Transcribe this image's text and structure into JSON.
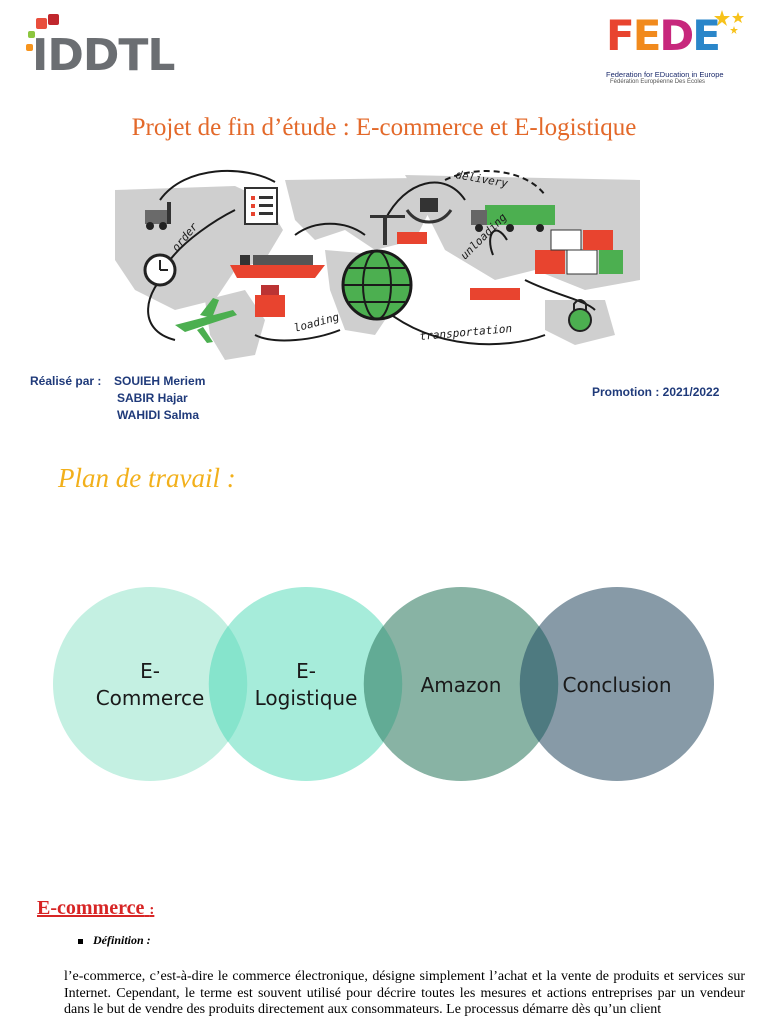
{
  "logos": {
    "left_text": "IDDTL",
    "right_text": "FEDE",
    "right_subtitle": "Federation for EDucation in Europe",
    "right_subtitle_small": "Fédération Européenne Des Écoles"
  },
  "title": "Projet de fin d’étude : E-commerce et E-logistique",
  "illustration": {
    "labels": [
      "delivery",
      "order",
      "unloading",
      "loading",
      "transportation"
    ]
  },
  "authors": {
    "label": "Réalisé par :",
    "names": [
      "SOUIEH Meriem",
      "SABIR Hajar",
      "WAHIDI Salma"
    ]
  },
  "promotion": "Promotion : 2021/2022",
  "plan_title": "Plan de travail :",
  "plan_items": [
    {
      "line1": "E-",
      "line2": "Commerce",
      "color": "#c4f0e2"
    },
    {
      "line1": "E-",
      "line2": "Logistique",
      "color": "#a6ecda"
    },
    {
      "line1": "Amazon",
      "line2": "",
      "color": "#88b3a4"
    },
    {
      "line1": "Conclusion",
      "line2": "",
      "color": "#879aa7"
    }
  ],
  "section": {
    "heading": "E-commerce",
    "colon": ":",
    "definition_label": "Définition :",
    "paragraph": "l’e-commerce, c’est-à-dire le commerce électronique, désigne simplement l’achat et la vente de produits et services sur Internet. Cependant, le terme est souvent utilisé pour décrire toutes les mesures et actions entreprises par un vendeur dans le but de vendre des produits directement aux consommateurs. Le processus démarre dès qu’un client"
  },
  "colors": {
    "title": "#e3692a",
    "plan": "#f2b01b",
    "heading": "#d72525",
    "authors": "#1f3a7a"
  }
}
